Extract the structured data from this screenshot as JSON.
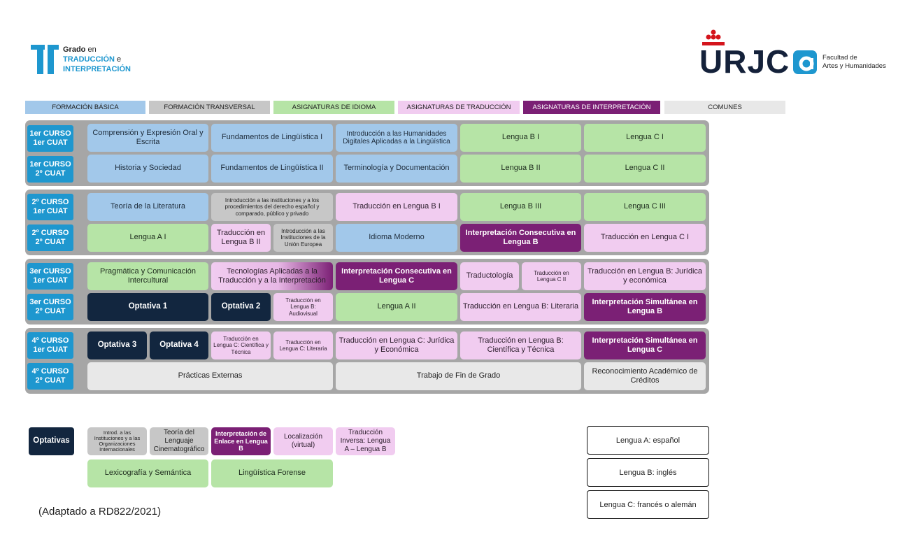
{
  "header": {
    "logo_title_bold": "Grado",
    "logo_title_rest": " en",
    "logo_line2": "TRADUCCIÓN",
    "logo_line2_suffix": " e",
    "logo_line3": "INTERPRETACIÓN",
    "urjc": "URJC",
    "faculty_line1": "Facultad de",
    "faculty_line2": "Artes y Humanidades"
  },
  "legend": [
    "FORMACIÓN BÁSICA",
    "FORMACIÓN TRANSVERSAL",
    "ASIGNATURAS DE IDIOMA",
    "ASIGNATURAS DE TRADUCCIÓN",
    "ASIGNATURAS DE INTERPRETACIÓN",
    "COMUNES"
  ],
  "rows": [
    {
      "l1": "1er CURSO",
      "l2": "1er CUAT",
      "cells": [
        "Comprensión y Expresión Oral y Escrita",
        "Fundamentos de Lingüística I",
        "Introducción a las Humanidades Digitales Aplicadas a la Lingüística",
        "Lengua B I",
        "Lengua C I"
      ]
    },
    {
      "l1": "1er CURSO",
      "l2": "2º CUAT",
      "cells": [
        "Historia y Sociedad",
        "Fundamentos de Lingüística II",
        "Terminología y Documentación",
        "Lengua B II",
        "Lengua C II"
      ]
    },
    {
      "l1": "2º CURSO",
      "l2": "1er CUAT",
      "cells": [
        "Teoría de la Literatura",
        "Introducción a las instituciones y a los procedimientos del derecho español y comparado, público y privado",
        "Traducción en Lengua B I",
        "Lengua B III",
        "Lengua C III"
      ]
    },
    {
      "l1": "2º CURSO",
      "l2": "2º CUAT",
      "cells": [
        "Lengua A I",
        "Traducción en Lengua B II",
        "Introducción a las Instituciones de la Unión Europea",
        "Idioma Moderno",
        "Interpretación Consecutiva en Lengua B",
        "Traducción en Lengua C I"
      ]
    },
    {
      "l1": "3er CURSO",
      "l2": "1er CUAT",
      "cells": [
        "Pragmática y Comunicación Intercultural",
        "Tecnologías Aplicadas a la Traducción y a la Interpretación",
        "Interpretación Consecutiva en Lengua C",
        "Traductología",
        "Traducción en Lengua C II",
        "Traducción en Lengua B: Jurídica y económica"
      ]
    },
    {
      "l1": "3er CURSO",
      "l2": "2º CUAT",
      "cells": [
        "Optativa 1",
        "Optativa 2",
        "Traducción en Lengua B: Audiovisual",
        "Lengua A II",
        "Traducción en Lengua B: Literaria",
        "Interpretación Simultánea en Lengua B"
      ]
    },
    {
      "l1": "4º CURSO",
      "l2": "1er CUAT",
      "cells": [
        "Optativa 3",
        "Optativa 4",
        "Traducción en Lengua C: Científica y Técnica",
        "Traducción en Lengua C: Literaria",
        "Traducción en Lengua C: Jurídica y Económica",
        "Traducción en Lengua B: Científica y Técnica",
        "Interpretación Simultánea en Lengua C"
      ]
    },
    {
      "l1": "4º CURSO",
      "l2": "2º CUAT",
      "cells": [
        "Prácticas Externas",
        "Trabajo de Fin de Grado",
        "Reconocimiento Académico de Créditos"
      ]
    }
  ],
  "optativas": {
    "label": "Optativas",
    "items": [
      "Introd. a las Instituciones y a las Organizaciones Internacionales",
      "Teoría del Lenguaje Cinematográfico",
      "Interpretación de Enlace en Lengua B",
      "Localización (virtual)",
      "Traducción Inversa: Lengua A – Lengua B",
      "Lexicografía y Semántica",
      "Lingüística Forense"
    ]
  },
  "languages": [
    "Lengua A: español",
    "Lengua B: inglés",
    "Lengua C: francés o alemán"
  ],
  "footnote": "(Adaptado a RD822/2021)",
  "colors": {
    "basica": "#a2c8ea",
    "transversal": "#c7c7c7",
    "idioma": "#b6e4a6",
    "traduccion": "#f1ccf0",
    "interpretacion": "#7b2075",
    "comunes": "#e8e8e8",
    "optativa": "#12263f",
    "course_label": "#1e97cf"
  }
}
